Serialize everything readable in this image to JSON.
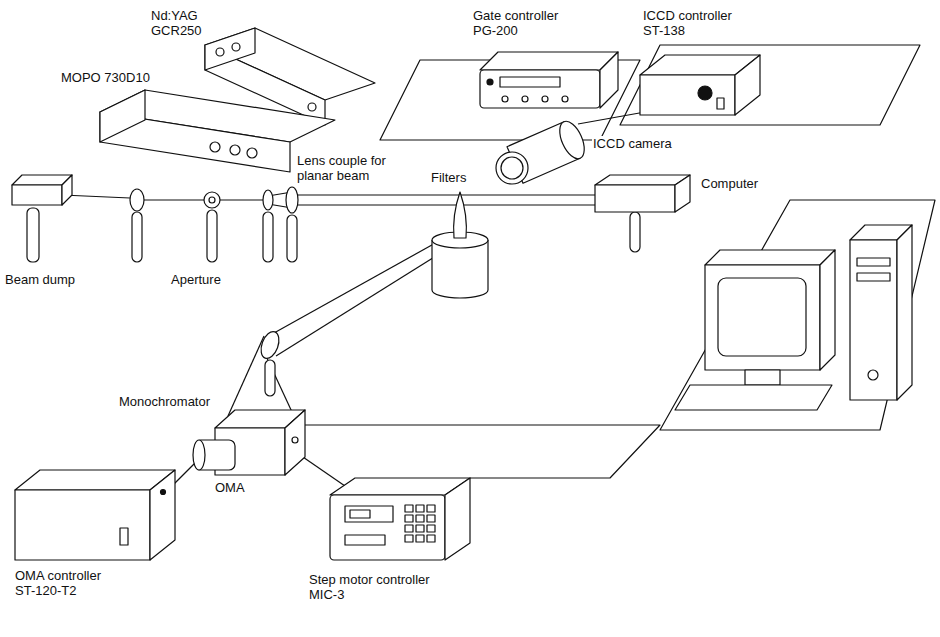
{
  "diagram": {
    "labels": [
      "Nd:YAG GCR250",
      "Gate controller PG-200",
      "ICCD controller ST-138",
      "MOPO 730D10",
      "Lens couple for planar beam",
      "Filters",
      "ICCD camera",
      "Computer",
      "Beam dump",
      "Aperture",
      "Monochromator",
      "OMA",
      "OMA controller ST-120-T2",
      "Step motor controller MIC-3"
    ]
  }
}
